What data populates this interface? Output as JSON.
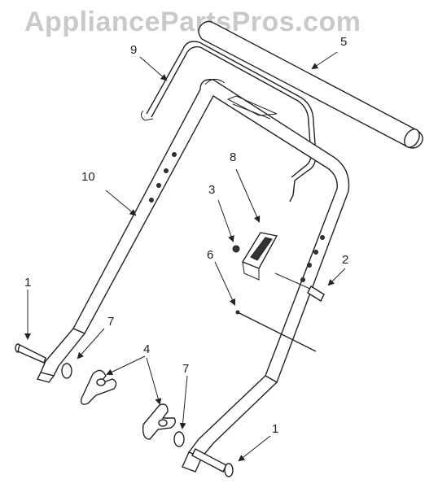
{
  "watermark": "AppliancePartsPros.com",
  "callouts": {
    "c1a": "1",
    "c1b": "1",
    "c2": "2",
    "c3": "3",
    "c4": "4",
    "c5": "5",
    "c6": "6",
    "c7a": "7",
    "c7b": "7",
    "c8": "8",
    "c9": "9",
    "c10": "10"
  }
}
